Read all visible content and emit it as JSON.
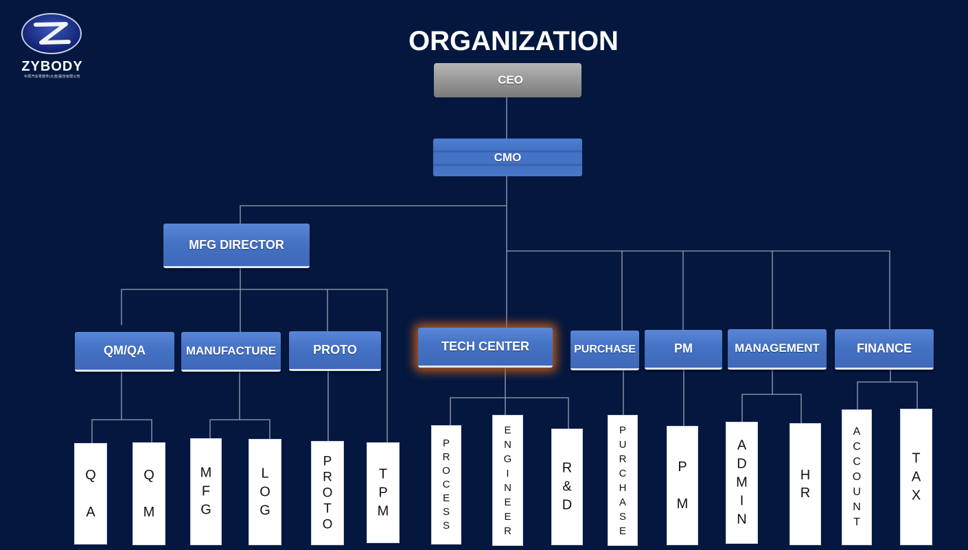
{
  "logo": {
    "brand": "ZYBODY",
    "subtitle": "中原汽车零部件(大连)股份有限公司"
  },
  "title": "ORGANIZATION",
  "chart_top": {
    "ceo": "CEO",
    "cmo": "CMO",
    "mfg_director": "MFG DIRECTOR"
  },
  "departments": {
    "qmqa": "QM/QA",
    "manufacture": "MANUFACTURE",
    "proto": "PROTO",
    "tech_center": "TECH CENTER",
    "purchase": "PURCHASE",
    "pm": "PM",
    "management": "MANAGEMENT",
    "finance": "FINANCE"
  },
  "units": {
    "qa": "QA",
    "qm": "QM",
    "mfg": "MFG",
    "log": "LOG",
    "proto": "PROTO",
    "tpm": "TPM",
    "process": "PROCESS",
    "engineer": "ENGINEER",
    "rd": "R&D",
    "purchase": "PURCHASE",
    "pm": "PM",
    "admin": "ADMIN",
    "hr": "HR",
    "account": "ACCOUNT",
    "tax": "TAX"
  }
}
